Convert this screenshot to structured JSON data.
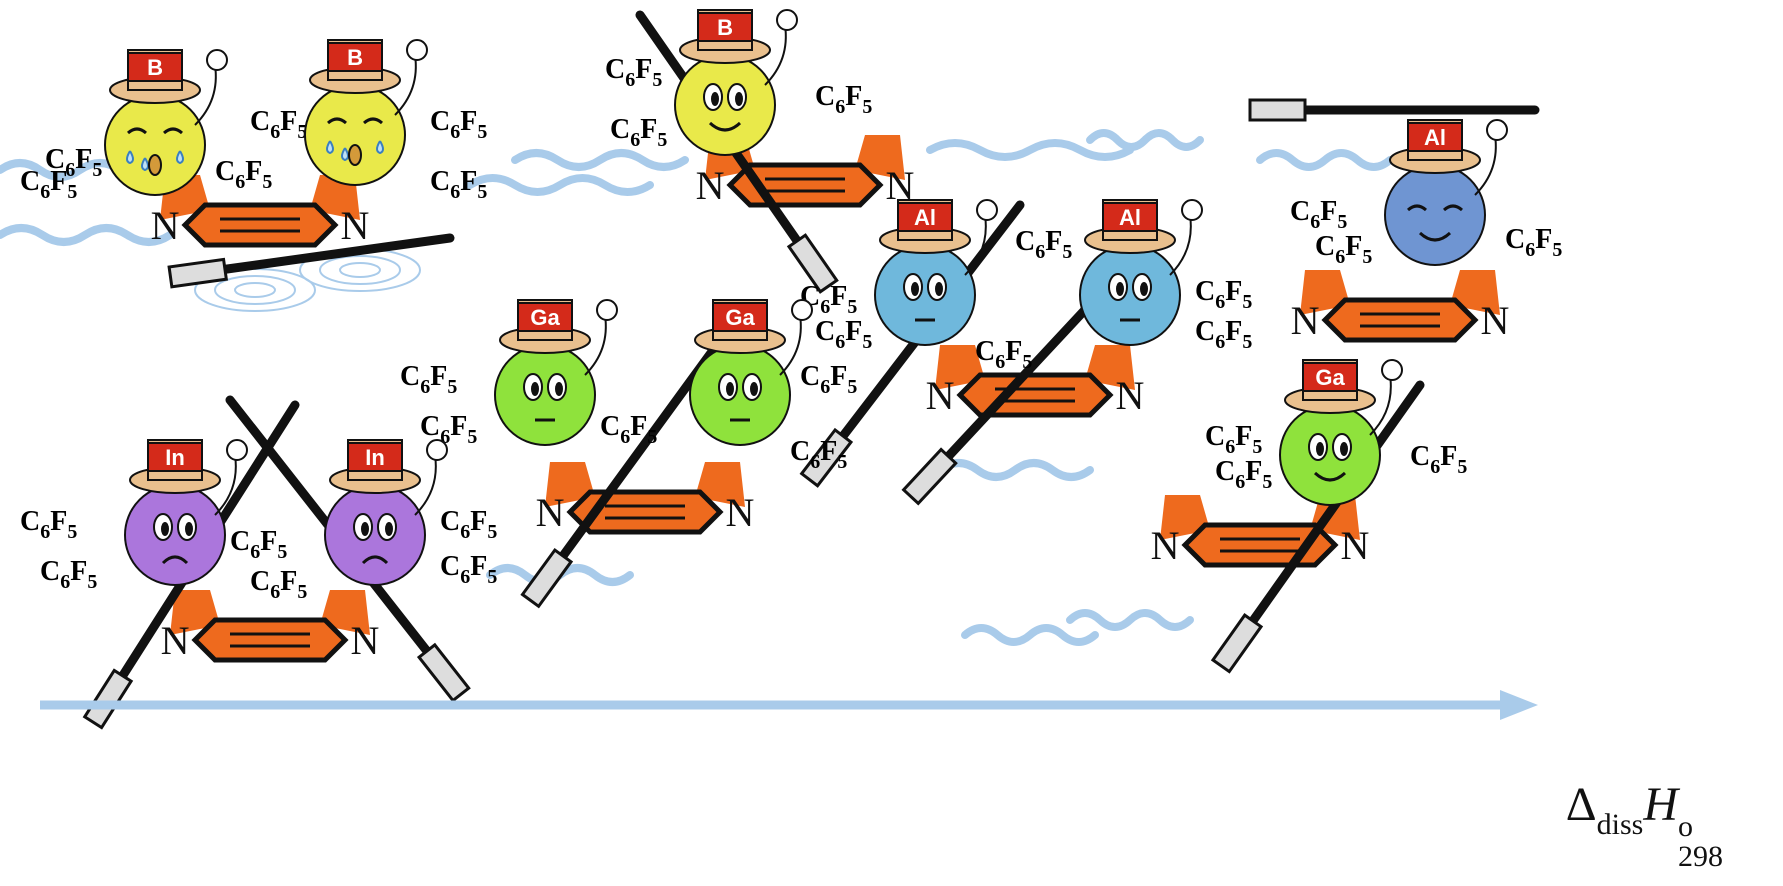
{
  "substituent": {
    "c": "C",
    "n1": "6",
    "f": "F",
    "n2": "5"
  },
  "nitrogen_label": "N",
  "characters": [
    {
      "element": "B",
      "color": "#e9e94a",
      "mood": "crying"
    },
    {
      "element": "B",
      "color": "#e9e94a",
      "mood": "crying"
    },
    {
      "element": "B",
      "color": "#e9e94a",
      "mood": "happy"
    },
    {
      "element": "Al",
      "color": "#6fb8dc",
      "mood": "neutral"
    },
    {
      "element": "Al",
      "color": "#6fb8dc",
      "mood": "neutral"
    },
    {
      "element": "Al",
      "color": "#6f95d2",
      "mood": "happy"
    },
    {
      "element": "Ga",
      "color": "#8fe23c",
      "mood": "neutral"
    },
    {
      "element": "Ga",
      "color": "#8fe23c",
      "mood": "neutral"
    },
    {
      "element": "Ga",
      "color": "#8fe23c",
      "mood": "happy"
    },
    {
      "element": "In",
      "color": "#ab76dc",
      "mood": "sad"
    },
    {
      "element": "In",
      "color": "#ab76dc",
      "mood": "sad"
    }
  ],
  "axis": {
    "delta": "Δ",
    "sub": "diss",
    "symbol": "H",
    "sup": "o",
    "temp": "298"
  },
  "colors": {
    "boat": "#ee6a1e",
    "hat": "#e9c08e",
    "hatband": "#d42a1a",
    "water": "#a9cbea"
  }
}
